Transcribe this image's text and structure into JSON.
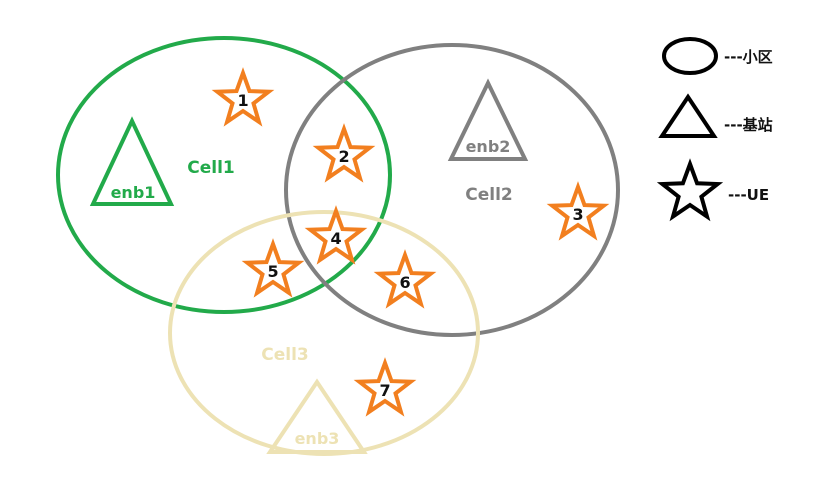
{
  "colors": {
    "cell1": "#22aa4a",
    "cell2": "#808080",
    "cell3": "#ede2b4",
    "ue": "#f27f1f",
    "legend": "#000000"
  },
  "cells": [
    {
      "label": "Cell1",
      "enb_label": "enb1"
    },
    {
      "label": "Cell2",
      "enb_label": "enb2"
    },
    {
      "label": "Cell3",
      "enb_label": "enb3"
    }
  ],
  "ues": [
    {
      "label": "1"
    },
    {
      "label": "2"
    },
    {
      "label": "3"
    },
    {
      "label": "4"
    },
    {
      "label": "5"
    },
    {
      "label": "6"
    },
    {
      "label": "7"
    }
  ],
  "legend": {
    "cell": {
      "icon": "ellipse-icon",
      "label": "---小区"
    },
    "enb": {
      "icon": "triangle-icon",
      "label": "---基站"
    },
    "ue": {
      "icon": "star-icon",
      "label": "---UE"
    }
  }
}
